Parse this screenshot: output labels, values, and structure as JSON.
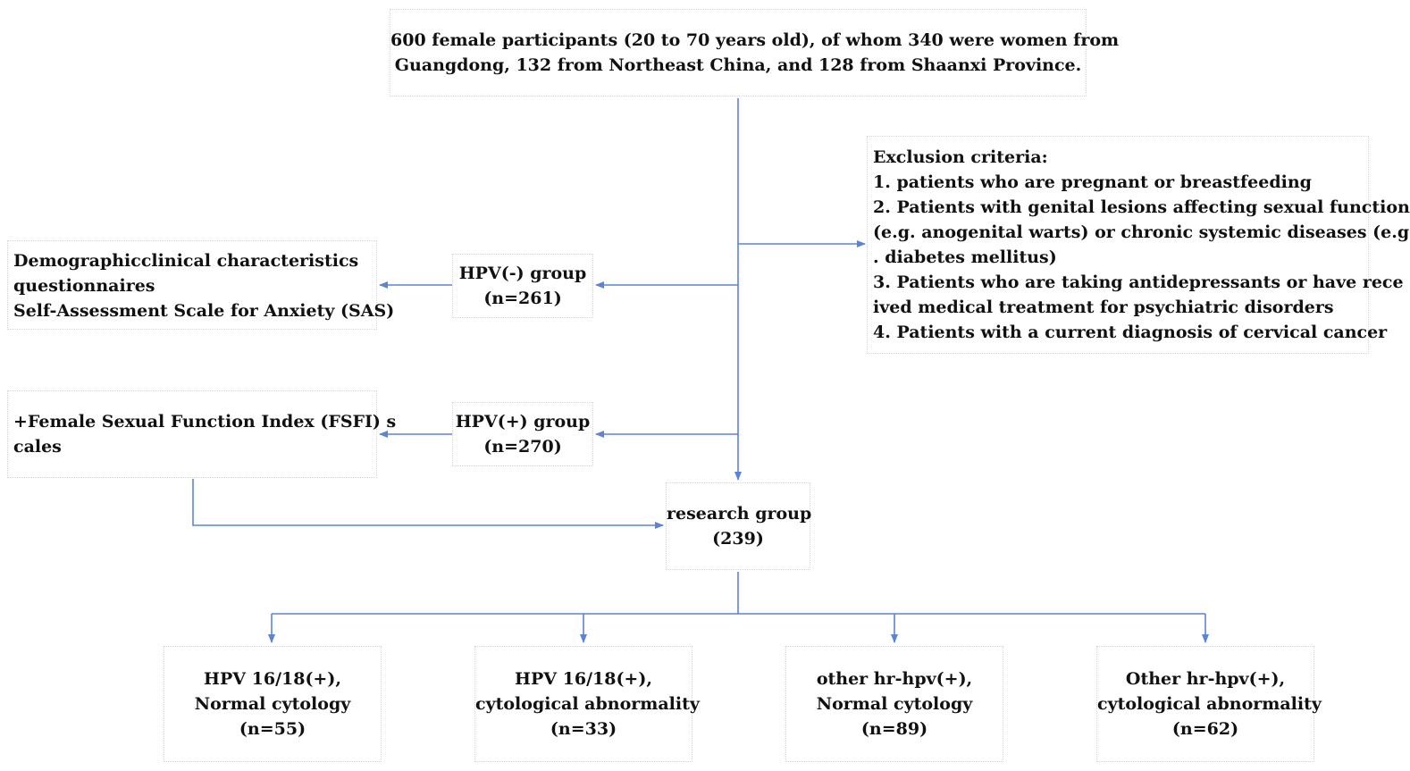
{
  "nodes": {
    "participants": {
      "lines": [
        "600 female participants (20 to 70 years old), of whom 340 were women from",
        "Guangdong, 132 from Northeast China, and 128 from Shaanxi Province."
      ]
    },
    "exclusion": {
      "lines": [
        "Exclusion criteria:",
        "1. patients who are pregnant or breastfeeding",
        "2. Patients with genital lesions affecting sexual function",
        "(e.g. anogenital warts) or chronic systemic diseases (e.g",
        ". diabetes mellitus)",
        "3. Patients who are taking antidepressants or have rece",
        "ived medical treatment for psychiatric disorders",
        "4. Patients with a current diagnosis of cervical cancer"
      ]
    },
    "hpv_neg": {
      "lines": [
        "HPV(-) group",
        "(n=261)"
      ]
    },
    "hpv_pos": {
      "lines": [
        "HPV(+) group",
        "(n=270)"
      ]
    },
    "questionnaires": {
      "lines": [
        "Demographicclinical characteristics",
        "questionnaires",
        "Self-Assessment Scale for Anxiety (SAS)"
      ]
    },
    "fsfi": {
      "lines": [
        "+Female Sexual Function Index (FSFI) s",
        "cales"
      ]
    },
    "research": {
      "lines": [
        "research group",
        "(239)"
      ]
    },
    "g1": {
      "lines": [
        "HPV 16/18(+),",
        "Normal cytology",
        "(n=55)"
      ]
    },
    "g2": {
      "lines": [
        "HPV 16/18(+),",
        "cytological abnormality",
        "(n=33)"
      ]
    },
    "g3": {
      "lines": [
        "other hr-hpv(+),",
        "Normal cytology",
        "(n=89)"
      ]
    },
    "g4": {
      "lines": [
        "Other hr-hpv(+),",
        "cytological abnormality",
        "(n=62)"
      ]
    }
  },
  "colors": {
    "arrow": "#5b84d6",
    "box_border": "#d6d6d6",
    "text": "#111111"
  }
}
